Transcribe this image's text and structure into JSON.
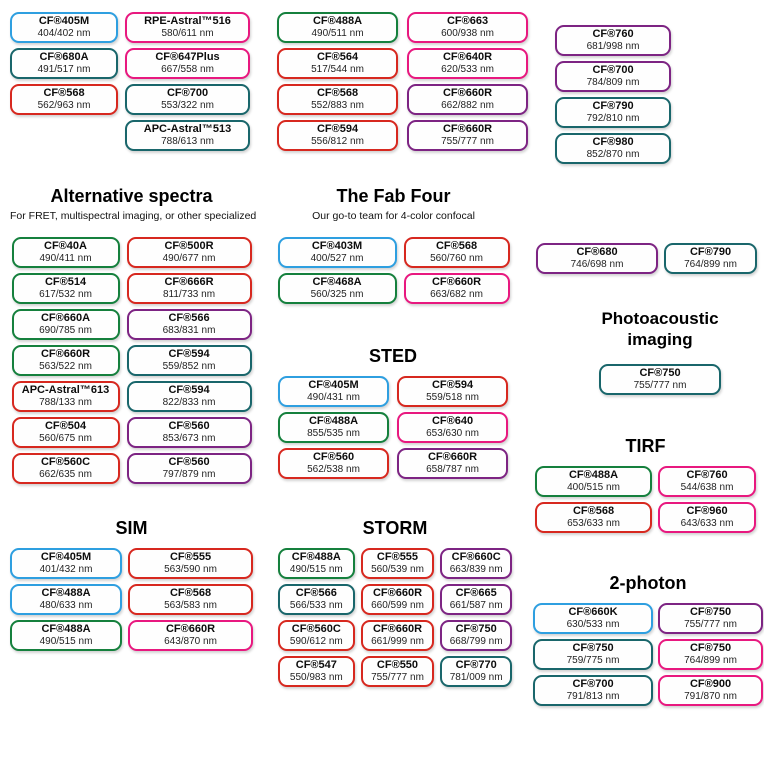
{
  "palette": {
    "blue": "#2e9fe0",
    "green": "#15803d",
    "teal": "#19666b",
    "red": "#d7281f",
    "pink": "#e8187f",
    "purple": "#7d2483"
  },
  "sections": {
    "top_left": {
      "columns": [
        [
          {
            "n": "CF®405M",
            "w": "404/402 nm",
            "c": "blue"
          },
          {
            "n": "CF®680A",
            "w": "491/517 nm",
            "c": "teal"
          },
          {
            "n": "CF®568",
            "w": "562/963 nm",
            "c": "red"
          }
        ],
        [
          {
            "n": "RPE-Astral™516",
            "w": "580/611 nm",
            "c": "pink"
          },
          {
            "n": "CF®647Plus",
            "w": "667/558 nm",
            "c": "pink"
          },
          {
            "n": "CF®700",
            "w": "553/322 nm",
            "c": "teal"
          },
          {
            "n": "APC-Astral™513",
            "w": "788/613 nm",
            "c": "teal"
          }
        ]
      ]
    },
    "top_mid": {
      "columns": [
        [
          {
            "n": "CF®488A",
            "w": "490/511 nm",
            "c": "green"
          },
          {
            "n": "CF®564",
            "w": "517/544 nm",
            "c": "red"
          },
          {
            "n": "CF®568",
            "w": "552/883 nm",
            "c": "red"
          },
          {
            "n": "CF®594",
            "w": "556/812 nm",
            "c": "red"
          }
        ],
        [
          {
            "n": "CF®663",
            "w": "600/938 nm",
            "c": "pink"
          },
          {
            "n": "CF®640R",
            "w": "620/533 nm",
            "c": "pink"
          },
          {
            "n": "CF®660R",
            "w": "662/882 nm",
            "c": "purple"
          },
          {
            "n": "CF®660R",
            "w": "755/777 nm",
            "c": "purple"
          }
        ]
      ]
    },
    "top_right": {
      "columns": [
        [
          {
            "n": "CF®760",
            "w": "681/998 nm",
            "c": "purple"
          },
          {
            "n": "CF®700",
            "w": "784/809 nm",
            "c": "purple"
          },
          {
            "n": "CF®790",
            "w": "792/810 nm",
            "c": "teal"
          },
          {
            "n": "CF®980",
            "w": "852/870 nm",
            "c": "teal"
          }
        ]
      ]
    },
    "alt": {
      "title": "Alternative spectra",
      "subtitle": "For FRET, multispectral imaging, or other specialized",
      "columns": [
        [
          {
            "n": "CF®40A",
            "w": "490/411 nm",
            "c": "green"
          },
          {
            "n": "CF®514",
            "w": "617/532 nm",
            "c": "green"
          },
          {
            "n": "CF®660A",
            "w": "690/785 nm",
            "c": "green"
          },
          {
            "n": "CF®660R",
            "w": "563/522 nm",
            "c": "green"
          },
          {
            "n": "APC-Astral™613",
            "w": "788/133 nm",
            "c": "red"
          },
          {
            "n": "CF®504",
            "w": "560/675 nm",
            "c": "red"
          },
          {
            "n": "CF®560C",
            "w": "662/635 nm",
            "c": "red"
          }
        ],
        [
          {
            "n": "CF®500R",
            "w": "490/677 nm",
            "c": "red"
          },
          {
            "n": "CF®666R",
            "w": "811/733 nm",
            "c": "red"
          },
          {
            "n": "CF®566",
            "w": "683/831 nm",
            "c": "purple"
          },
          {
            "n": "CF®594",
            "w": "559/852 nm",
            "c": "teal"
          },
          {
            "n": "CF®594",
            "w": "822/833 nm",
            "c": "teal"
          },
          {
            "n": "CF®560",
            "w": "853/673 nm",
            "c": "purple"
          },
          {
            "n": "CF®560",
            "w": "797/879 nm",
            "c": "purple"
          }
        ]
      ]
    },
    "fab": {
      "title": "The Fab Four",
      "subtitle": "Our go-to team for 4-color confocal",
      "columns": [
        [
          {
            "n": "CF®403M",
            "w": "400/527 nm",
            "c": "blue"
          },
          {
            "n": "CF®468A",
            "w": "560/325 nm",
            "c": "green"
          }
        ],
        [
          {
            "n": "CF®568",
            "w": "560/760 nm",
            "c": "red"
          },
          {
            "n": "CF®660R",
            "w": "663/682 nm",
            "c": "pink"
          }
        ]
      ]
    },
    "sted": {
      "title": "STED",
      "columns": [
        [
          {
            "n": "CF®405M",
            "w": "490/431 nm",
            "c": "blue"
          },
          {
            "n": "CF®488A",
            "w": "855/535 nm",
            "c": "green"
          },
          {
            "n": "CF®560",
            "w": "562/538 nm",
            "c": "red"
          }
        ],
        [
          {
            "n": "CF®594",
            "w": "559/518 nm",
            "c": "red"
          },
          {
            "n": "CF®640",
            "w": "653/630 nm",
            "c": "pink"
          },
          {
            "n": "CF®660R",
            "w": "658/787 nm",
            "c": "purple"
          }
        ]
      ]
    },
    "nir_pair": {
      "columns": [
        [
          {
            "n": "CF®680",
            "w": "746/698 nm",
            "c": "purple"
          }
        ],
        [
          {
            "n": "CF®790",
            "w": "764/899 nm",
            "c": "teal"
          }
        ]
      ]
    },
    "photoacoustic": {
      "title": "Photoacoustic imaging",
      "columns": [
        [
          {
            "n": "CF®750",
            "w": "755/777 nm",
            "c": "teal"
          }
        ]
      ]
    },
    "tirf": {
      "title": "TIRF",
      "columns": [
        [
          {
            "n": "CF®488A",
            "w": "400/515 nm",
            "c": "green"
          },
          {
            "n": "CF®568",
            "w": "653/633 nm",
            "c": "red"
          }
        ],
        [
          {
            "n": "CF®760",
            "w": "544/638 nm",
            "c": "pink"
          },
          {
            "n": "CF®960",
            "w": "643/633 nm",
            "c": "pink"
          }
        ]
      ]
    },
    "sim": {
      "title": "SIM",
      "columns": [
        [
          {
            "n": "CF®405M",
            "w": "401/432 nm",
            "c": "blue"
          },
          {
            "n": "CF®488A",
            "w": "480/633 nm",
            "c": "blue"
          },
          {
            "n": "CF®488A",
            "w": "490/515 nm",
            "c": "green"
          }
        ],
        [
          {
            "n": "CF®555",
            "w": "563/590 nm",
            "c": "red"
          },
          {
            "n": "CF®568",
            "w": "563/583 nm",
            "c": "red"
          },
          {
            "n": "CF®660R",
            "w": "643/870 nm",
            "c": "pink"
          }
        ]
      ]
    },
    "storm": {
      "title": "STORM",
      "columns": [
        [
          {
            "n": "CF®488A",
            "w": "490/515 nm",
            "c": "green"
          },
          {
            "n": "CF®566",
            "w": "566/533 nm",
            "c": "teal"
          },
          {
            "n": "CF®560C",
            "w": "590/612 nm",
            "c": "red"
          },
          {
            "n": "CF®547",
            "w": "550/983 nm",
            "c": "red"
          }
        ],
        [
          {
            "n": "CF®555",
            "w": "560/539 nm",
            "c": "red"
          },
          {
            "n": "CF®660R",
            "w": "660/599 nm",
            "c": "red"
          },
          {
            "n": "CF®660R",
            "w": "661/999 nm",
            "c": "red"
          },
          {
            "n": "CF®550",
            "w": "755/777 nm",
            "c": "red"
          }
        ],
        [
          {
            "n": "CF®660C",
            "w": "663/839 nm",
            "c": "purple"
          },
          {
            "n": "CF®665",
            "w": "661/587 nm",
            "c": "purple"
          },
          {
            "n": "CF®750",
            "w": "668/799 nm",
            "c": "purple"
          },
          {
            "n": "CF®770",
            "w": "781/009 nm",
            "c": "teal"
          }
        ]
      ]
    },
    "two_photon": {
      "title": "2-photon",
      "columns": [
        [
          {
            "n": "CF®660K",
            "w": "630/533 nm",
            "c": "blue"
          },
          {
            "n": "CF®750",
            "w": "759/775 nm",
            "c": "teal"
          },
          {
            "n": "CF®700",
            "w": "791/813 nm",
            "c": "teal"
          }
        ],
        [
          {
            "n": "CF®750",
            "w": "755/777 nm",
            "c": "purple"
          },
          {
            "n": "CF®750",
            "w": "764/899 nm",
            "c": "pink"
          },
          {
            "n": "CF®900",
            "w": "791/870 nm",
            "c": "pink"
          }
        ]
      ]
    }
  }
}
